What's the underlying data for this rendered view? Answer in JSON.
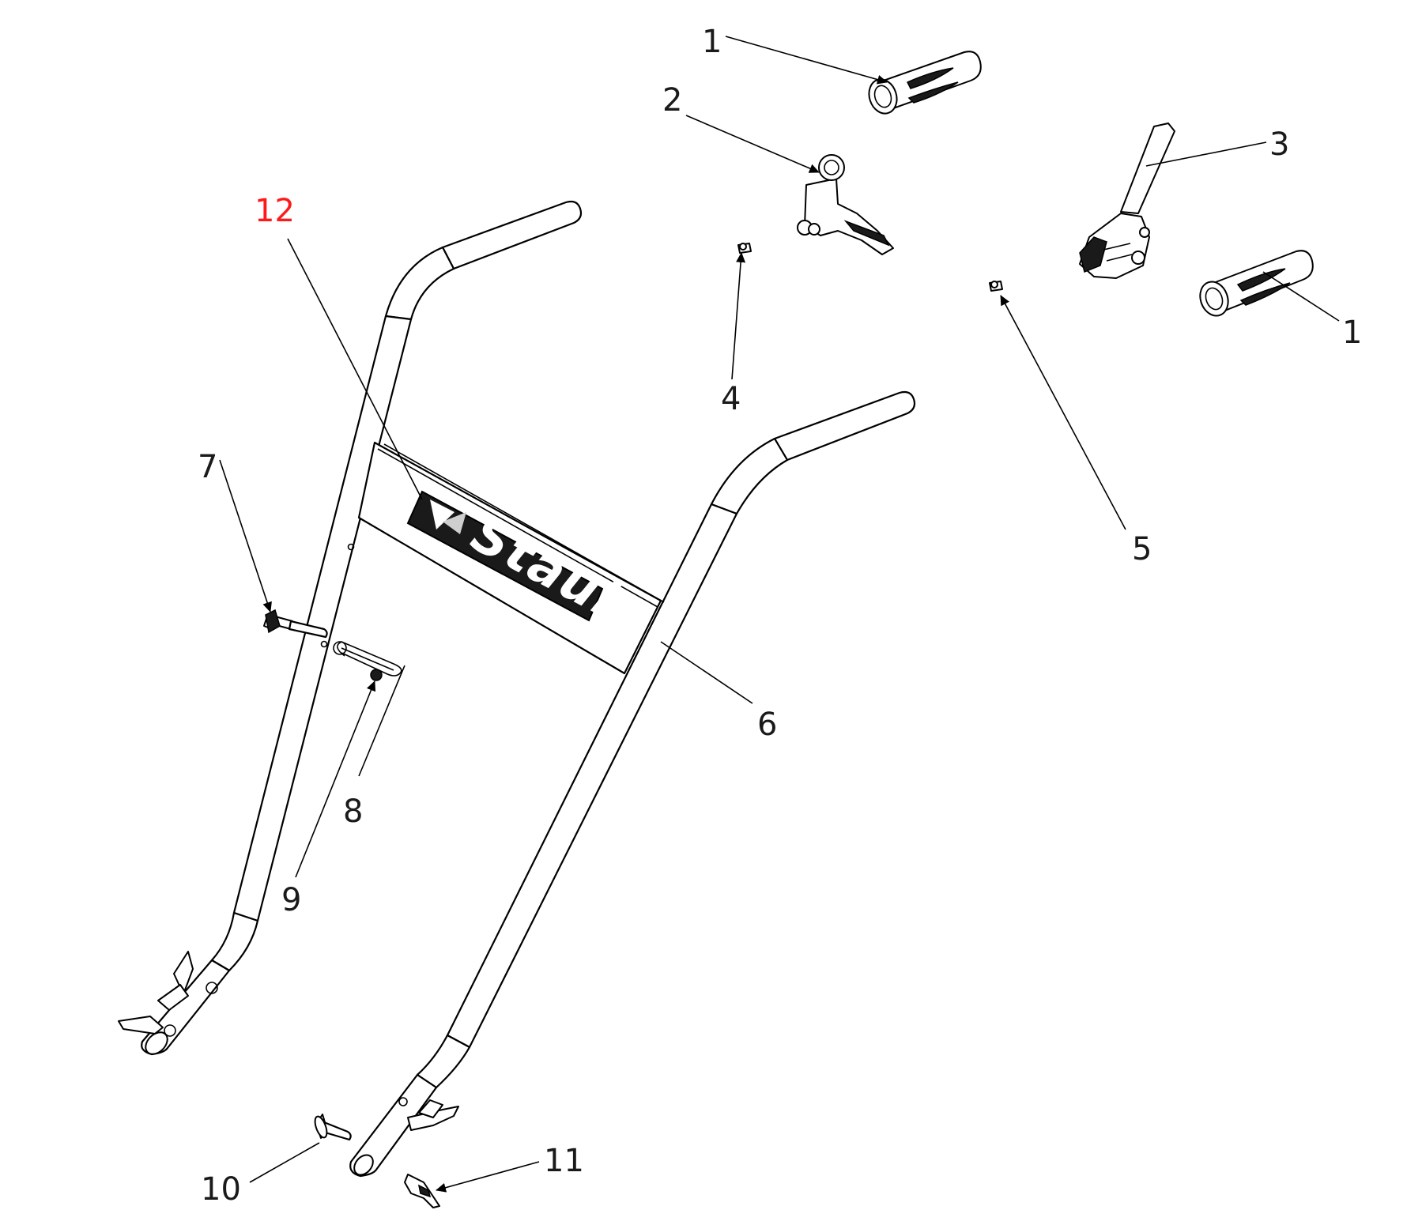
{
  "callouts": {
    "c1a": "1",
    "c1b": "1",
    "c2": "2",
    "c3": "3",
    "c4": "4",
    "c5": "5",
    "c6": "6",
    "c7": "7",
    "c8": "8",
    "c9": "9",
    "c10": "10",
    "c11": "11",
    "c12": "12"
  },
  "logo": {
    "text": "Staub"
  },
  "colors": {
    "line": "#000000",
    "highlight_label": "#ff1a1a",
    "label": "#1a1a1a",
    "logo_bg": "#1a1a1a",
    "logo_fg": "#ffffff"
  }
}
